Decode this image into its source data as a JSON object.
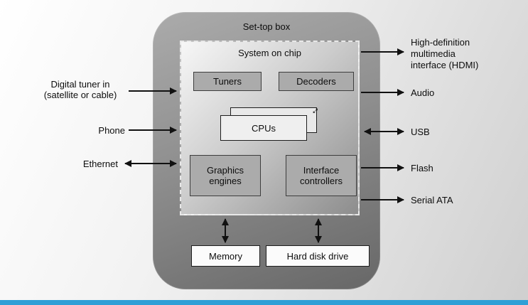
{
  "diagram": {
    "outer_label": "Set-top box",
    "soc": {
      "label": "System on chip",
      "blocks": {
        "tuners": "Tuners",
        "decoders": "Decoders",
        "cpus": "CPUs",
        "graphics_engines": "Graphics engines",
        "interface_controllers": "Interface controllers"
      },
      "cpu_stack_icon": "diagonal-double-arrow",
      "cpu_stack_icon_glyph": "↔"
    },
    "storage_blocks": {
      "memory": "Memory",
      "hard_disk": "Hard disk drive"
    },
    "left_ports": [
      {
        "label": "Digital tuner in (satellite or cable)",
        "direction": "in"
      },
      {
        "label": "Phone",
        "direction": "in"
      },
      {
        "label": "Ethernet",
        "direction": "in-out"
      }
    ],
    "right_ports": [
      {
        "label": "High-definition multimedia interface (HDMI)",
        "direction": "out"
      },
      {
        "label": "Audio",
        "direction": "out"
      },
      {
        "label": "USB",
        "direction": "in-out"
      },
      {
        "label": "Flash",
        "direction": "out"
      },
      {
        "label": "Serial ATA",
        "direction": "out"
      }
    ],
    "internal_connections": [
      {
        "from": "system-on-chip",
        "to": "memory",
        "direction": "in-out"
      },
      {
        "from": "system-on-chip",
        "to": "hard-disk-drive",
        "direction": "in-out"
      }
    ]
  },
  "colors": {
    "accent_bar": "#2f9fd6",
    "block_fill": "#ababab",
    "arrow": "#111111"
  }
}
